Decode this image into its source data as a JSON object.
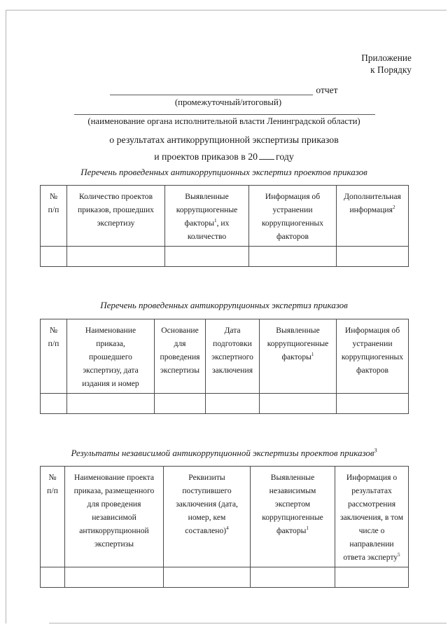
{
  "document": {
    "appendix": {
      "line1": "Приложение",
      "line2": "к Порядку"
    },
    "report": {
      "word": "отчет",
      "subcaption": "(промежуточный/итоговый)",
      "org_caption": "(наименование органа исполнительной власти Ленинградской области)",
      "title_line1": "о результатах антикоррупционной экспертизы приказов",
      "title_line2_before": "и проектов приказов в 20",
      "title_line2_after": "году"
    },
    "sections": [
      {
        "caption": "Перечень проведенных антикоррупционных экспертиз проектов приказов",
        "caption_sup": "",
        "table": {
          "headers": [
            {
              "lines": [
                "№",
                "п/п"
              ],
              "sup": ""
            },
            {
              "lines": [
                "Количество проектов",
                "приказов, прошедших",
                "экспертизу"
              ],
              "sup": ""
            },
            {
              "lines": [
                "Выявленные",
                "коррупциогенные",
                "факторы"
              ],
              "sup": "1",
              "tail": ", их",
              "extra_lines": [
                "количество"
              ]
            },
            {
              "lines": [
                "Информация об",
                "устранении",
                "коррупциогенных",
                "факторов"
              ],
              "sup": ""
            },
            {
              "lines": [
                "Дополнительная",
                "информация"
              ],
              "sup": "2"
            }
          ],
          "empty_row_cells": 5
        }
      },
      {
        "caption": "Перечень проведенных антикоррупционных экспертиз приказов",
        "caption_sup": "",
        "table": {
          "headers": [
            {
              "lines": [
                "№",
                "п/п"
              ],
              "sup": ""
            },
            {
              "lines": [
                "Наименование",
                "приказа,",
                "прошедшего",
                "экспертизу, дата",
                "издания и номер"
              ],
              "sup": ""
            },
            {
              "lines": [
                "Основание",
                "для",
                "проведения",
                "экспертизы"
              ],
              "sup": ""
            },
            {
              "lines": [
                "Дата",
                "подготовки",
                "экспертного",
                "заключения"
              ],
              "sup": ""
            },
            {
              "lines": [
                "Выявленные",
                "коррупциогенные",
                "факторы"
              ],
              "sup": "1"
            },
            {
              "lines": [
                "Информация об",
                "устранении",
                "коррупциогенных",
                "факторов"
              ],
              "sup": ""
            }
          ],
          "empty_row_cells": 6
        }
      },
      {
        "caption": "Результаты независимой антикоррупционной экспертизы проектов приказов",
        "caption_sup": "3",
        "table": {
          "headers": [
            {
              "lines": [
                "№",
                "п/п"
              ],
              "sup": ""
            },
            {
              "lines": [
                "Наименование проекта",
                "приказа, размещенного",
                "для проведения",
                "независимой",
                "антикоррупционной",
                "экспертизы"
              ],
              "sup": ""
            },
            {
              "lines": [
                "Реквизиты",
                "поступившего",
                "заключения (дата,",
                "номер, кем",
                "составлено)"
              ],
              "sup": "4"
            },
            {
              "lines": [
                "Выявленные",
                "независимым",
                "экспертом",
                "коррупциогенные",
                "факторы"
              ],
              "sup": "1"
            },
            {
              "lines": [
                "Информация о",
                "результатах",
                "рассмотрения",
                "заключения, в том",
                "числе о направлении",
                "ответа эксперту"
              ],
              "sup": "5"
            }
          ],
          "empty_row_cells": 5
        }
      }
    ]
  },
  "colors": {
    "text": "#1a1a1a",
    "border": "#4a4a4a",
    "scan_edge": "#b4b4b4",
    "background": "#ffffff"
  }
}
